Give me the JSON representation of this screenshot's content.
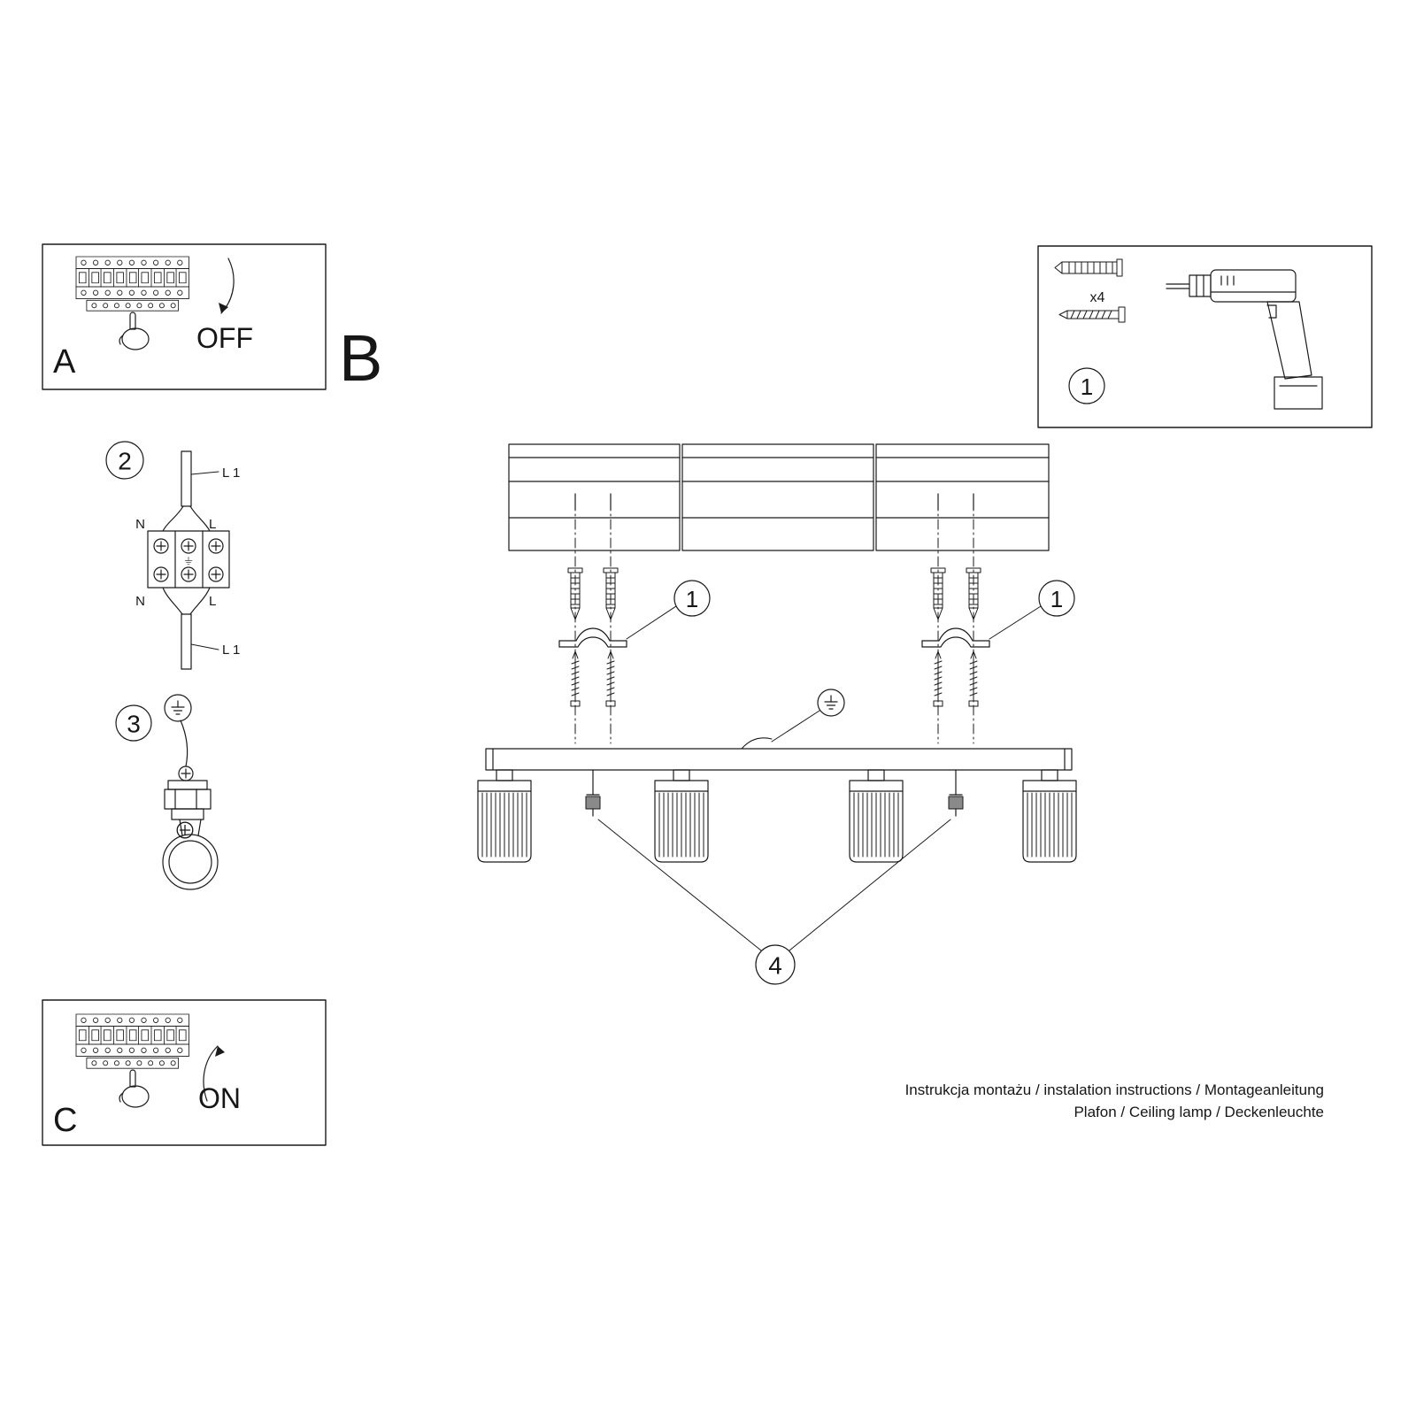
{
  "doc": {
    "steps": {
      "a": "A",
      "b": "B",
      "c": "C"
    },
    "switch": {
      "off": "OFF",
      "on": "ON"
    },
    "callouts": {
      "one": "1",
      "two": "2",
      "three": "3",
      "four": "4"
    },
    "parts": {
      "anchor_qty": "x4"
    },
    "wiring": {
      "l1_top": "L 1",
      "l1_bottom": "L 1",
      "n_top": "N",
      "n_bottom": "N",
      "l_top": "L",
      "l_bottom": "L"
    },
    "footer": {
      "line1": "Instrukcja montażu / instalation instructions / Montageanleitung",
      "line2": "Plafon / Ceiling lamp / Deckenleuchte"
    }
  },
  "colors": {
    "line": "#1a1a1a",
    "background": "#ffffff",
    "knob_fill": "#8a8a8a"
  }
}
